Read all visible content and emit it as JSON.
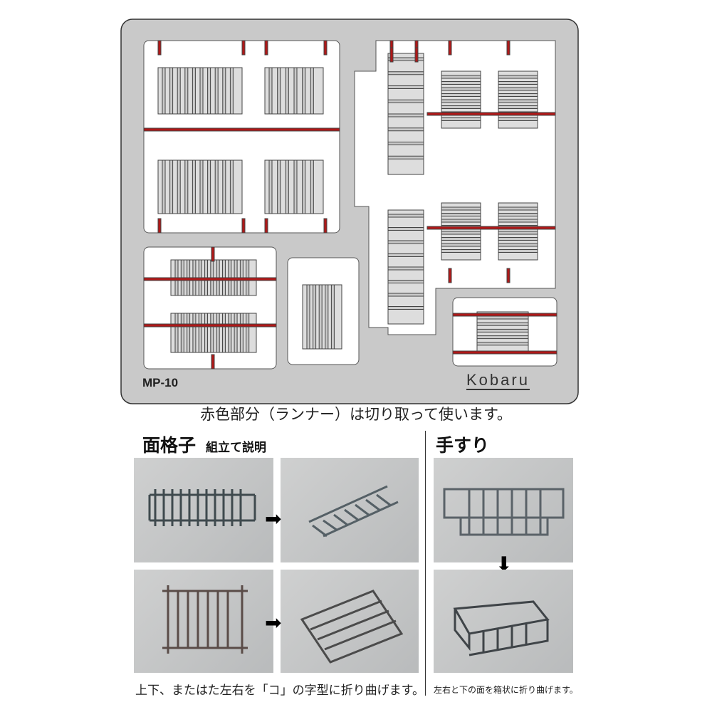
{
  "sheet": {
    "code": "MP-10",
    "brand": "Kobaru",
    "runner_color": "#b01818",
    "metal_color": "#c9c9c9"
  },
  "note": "赤色部分（ランナー）は切り取って使います。",
  "section_left": {
    "title": "面格子",
    "subtitle": "組立て説明",
    "caption": "上下、またはた左右を「コ」の字型に折り曲げます。"
  },
  "section_right": {
    "title": "手すり",
    "caption": "左右と下の面を箱状に折り曲げます。"
  },
  "icons": [
    "arrow-right-icon",
    "arrow-right-icon",
    "arrow-down-icon"
  ]
}
